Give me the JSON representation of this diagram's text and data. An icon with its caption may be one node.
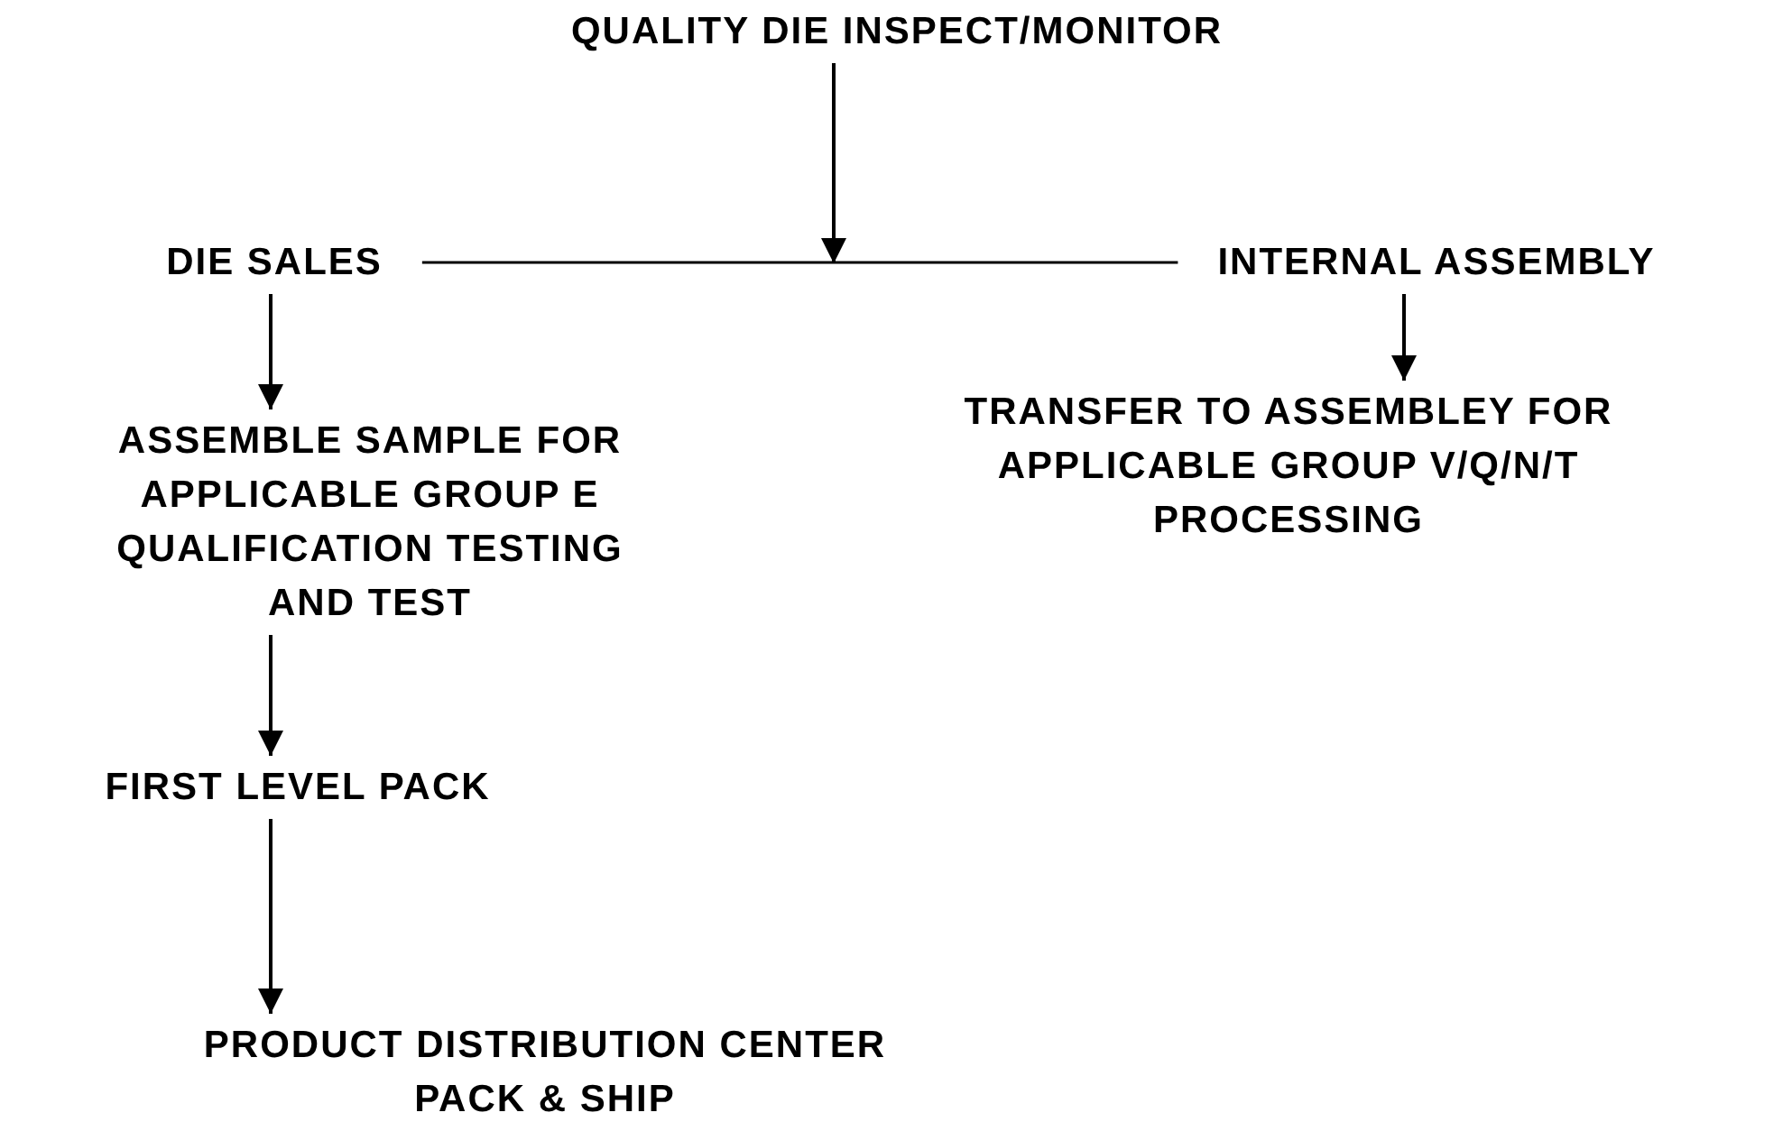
{
  "diagram": {
    "nodes": [
      {
        "text": [
          "QUALITY DIE INSPECT/MONITOR"
        ]
      },
      {
        "text": [
          "DIE SALES"
        ]
      },
      {
        "text": [
          "INTERNAL ASSEMBLY"
        ]
      },
      {
        "text": [
          "ASSEMBLE SAMPLE FOR APPLICABLE GROUP E QUALIFICATION TESTING AND TEST"
        ]
      },
      {
        "text": [
          "TRANSFER TO ASSEMBLEY FOR APPLICABLE GROUP V/Q/N/T PROCESSING"
        ]
      },
      {
        "text": [
          "FIRST LEVEL PACK"
        ]
      },
      {
        "text": [
          "PRODUCT DISTRIBUTION CENTER PACK & SHIP"
        ]
      }
    ],
    "edges": [
      {
        "from": 0,
        "to": null,
        "arrow": "to"
      },
      {
        "from": 1,
        "to": 2,
        "arrow": "none"
      },
      {
        "from": 1,
        "to": 3,
        "arrow": "to"
      },
      {
        "from": 2,
        "to": 4,
        "arrow": "to"
      },
      {
        "from": 3,
        "to": 5,
        "arrow": "to"
      },
      {
        "from": 5,
        "to": 6,
        "arrow": "to"
      }
    ]
  }
}
